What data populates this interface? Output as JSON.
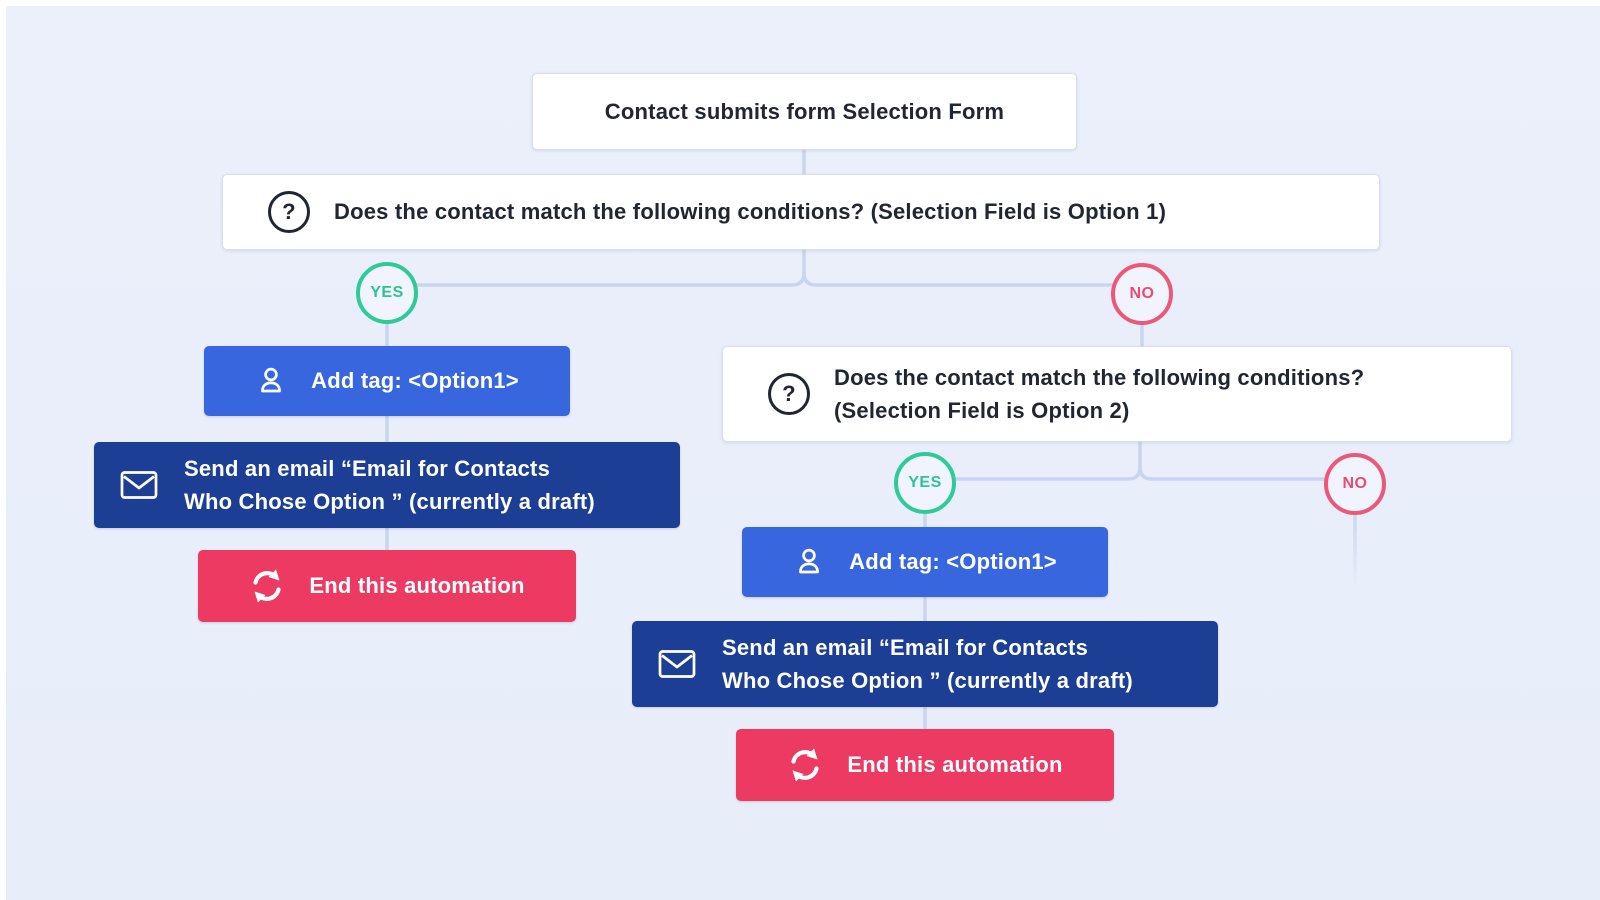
{
  "diagram": {
    "trigger": {
      "label": "Contact submits form Selection Form"
    },
    "condition1": {
      "label": "Does the contact match the following conditions? (Selection Field is Option 1)"
    },
    "yes1": {
      "label": "YES"
    },
    "no1": {
      "label": "NO"
    },
    "add_tag1": {
      "label": "Add tag: <Option1>"
    },
    "email1": {
      "line1": "Send an email “Email for Contacts",
      "line2": "Who Chose Option ” (currently a draft)"
    },
    "end1": {
      "label": "End this automation"
    },
    "condition2": {
      "line1": "Does the contact match the following conditions?",
      "line2": "(Selection Field is Option 2)"
    },
    "yes2": {
      "label": "YES"
    },
    "no2": {
      "label": "NO"
    },
    "add_tag2": {
      "label": "Add tag: <Option1>"
    },
    "email2": {
      "line1": "Send an email “Email for Contacts",
      "line2": "Who Chose Option ” (currently a draft)"
    },
    "end2": {
      "label": "End this automation"
    }
  },
  "icons": {
    "question_glyph": "?"
  },
  "colors": {
    "background": "#E9EEFA",
    "connector": "#C9D5F0",
    "action_blue": "#3766DF",
    "email_navy": "#1C3E94",
    "end_pink": "#EC3A63",
    "yes_green": "#2DCB98",
    "no_pink": "#ED5878",
    "node_white": "#FFFFFF",
    "text_dark": "#212633"
  }
}
